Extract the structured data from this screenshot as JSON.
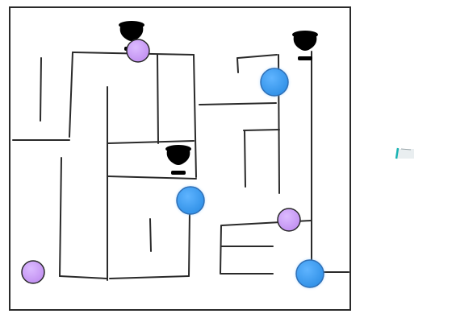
{
  "game": {
    "type": "maze",
    "colors": {
      "wall": "#2a2a2a",
      "background": "#ffffff",
      "blue_orb": "#2e8fe6",
      "purple_orb": "#c799f2",
      "trophy": "#f3ea3a"
    },
    "entities": [
      {
        "kind": "trophy",
        "icon": "trophy-icon"
      },
      {
        "kind": "trophy",
        "icon": "trophy-icon"
      },
      {
        "kind": "trophy",
        "icon": "trophy-icon"
      },
      {
        "kind": "blue-orb",
        "icon": "blue-circle-icon"
      },
      {
        "kind": "blue-orb",
        "icon": "blue-circle-icon"
      },
      {
        "kind": "blue-orb",
        "icon": "blue-circle-icon"
      },
      {
        "kind": "purple-orb",
        "icon": "purple-circle-icon"
      },
      {
        "kind": "purple-orb",
        "icon": "purple-circle-icon"
      },
      {
        "kind": "purple-orb",
        "icon": "purple-circle-icon"
      }
    ],
    "stray_mark": {
      "icon": "scribble-mark-icon"
    }
  }
}
